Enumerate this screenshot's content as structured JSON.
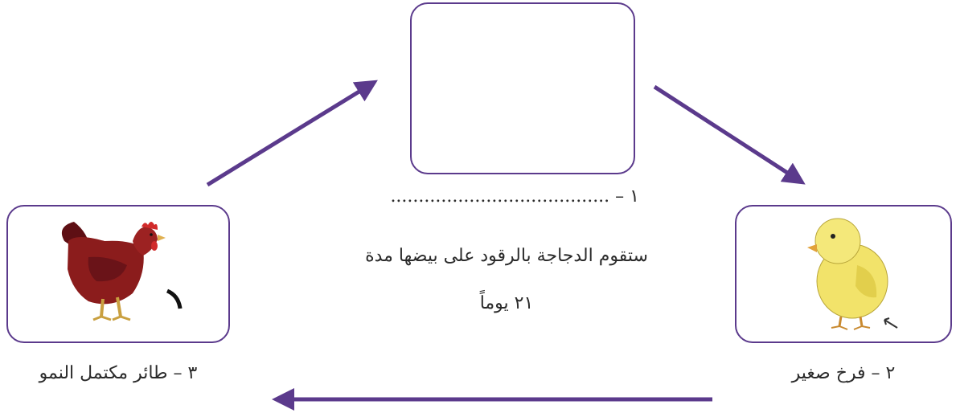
{
  "stages": {
    "stage1": {
      "number": "١",
      "dash": "–",
      "blank": "......................................."
    },
    "stage2": {
      "label": "٢ – فرخ صغير",
      "icon": "chick-icon"
    },
    "stage3": {
      "label": "٣ – طائر مكتمل النمو",
      "icon": "hen-icon"
    }
  },
  "description": {
    "line1": "ستقوم الدجاجة بالرقود على بيضها مدة",
    "line2": "٢١ يوماً"
  },
  "colors": {
    "arrow": "#5b3a8c",
    "box_border": "#5b3a8c",
    "hen_body": "#8b1c1c",
    "chick_body": "#f2e36a"
  }
}
